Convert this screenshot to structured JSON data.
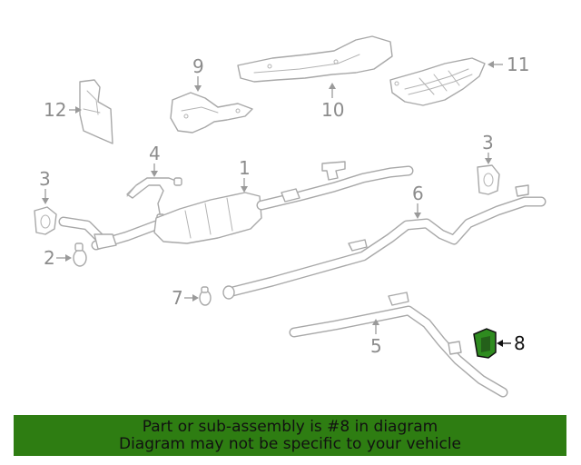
{
  "colors": {
    "highlight": "#2e8b1f",
    "banner_background": "#2e7d12",
    "line_gray": "#a8a8a8",
    "callout_gray": "#8c8c8c",
    "active_text": "#111111"
  },
  "callouts": {
    "c1": "1",
    "c2": "2",
    "c3a": "3",
    "c3b": "3",
    "c4": "4",
    "c5": "5",
    "c6": "6",
    "c7": "7",
    "c8": "8",
    "c9": "9",
    "c10": "10",
    "c11": "11",
    "c12": "12"
  },
  "highlighted_part": "8",
  "banner": {
    "line1": "Part or sub-assembly is #8 in diagram",
    "line2": "Diagram may not be specific to your vehicle"
  }
}
